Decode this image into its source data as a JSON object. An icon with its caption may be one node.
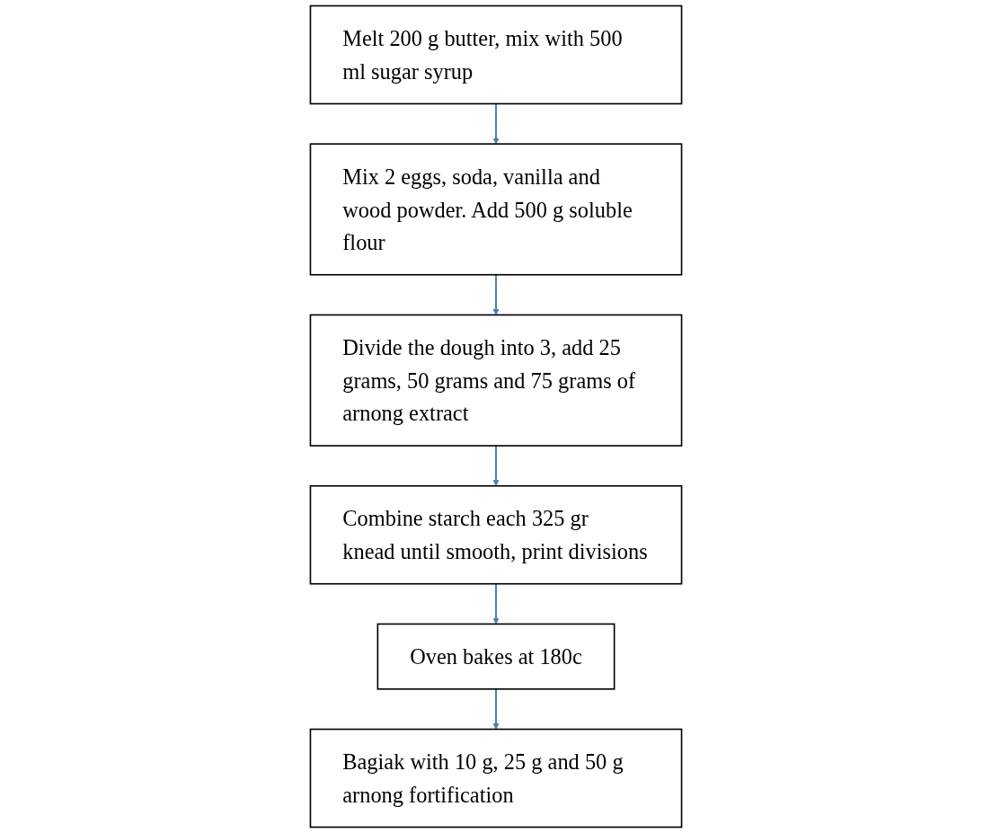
{
  "diagram": {
    "nodes": [
      {
        "text": [
          "Melt 200 g butter, mix with 500 ml sugar syrup"
        ]
      },
      {
        "text": [
          "Mix 2 eggs, soda, vanilla and wood powder. Add 500 g soluble flour"
        ]
      },
      {
        "text": [
          "Divide the dough into 3, add 25 grams, 50 grams and 75 grams of arnong extract"
        ]
      },
      {
        "text": [
          "Combine starch each 325 gr knead until smooth, print divisions"
        ]
      },
      {
        "text": [
          "Oven bakes at 180c"
        ]
      },
      {
        "text": [
          "Bagiak with 10 g, 25 g and 50 g arnong fortification"
        ]
      }
    ],
    "edges": [
      {
        "from": 0,
        "to": 1,
        "arrow": "to"
      },
      {
        "from": 1,
        "to": 2,
        "arrow": "to"
      },
      {
        "from": 2,
        "to": 3,
        "arrow": "to"
      },
      {
        "from": 3,
        "to": 4,
        "arrow": "to"
      },
      {
        "from": 4,
        "to": 5,
        "arrow": "to"
      }
    ]
  }
}
